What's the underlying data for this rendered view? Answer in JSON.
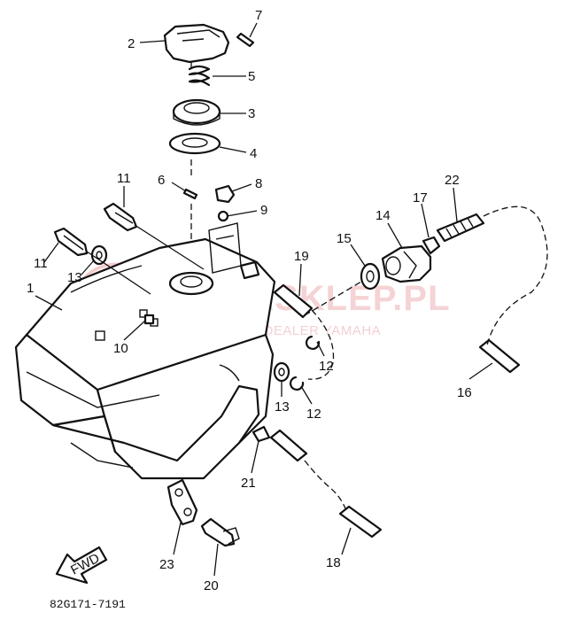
{
  "diagram": {
    "drawing_code": "82G171-7191",
    "direction_arrow": "FWD",
    "watermark": {
      "main": "YAMASKLEP.PL",
      "sub": "WOJTKIECH DEALER YAMAHA"
    },
    "callouts": [
      "1",
      "2",
      "3",
      "4",
      "5",
      "6",
      "7",
      "8",
      "9",
      "10",
      "11",
      "11",
      "12",
      "12",
      "13",
      "13",
      "14",
      "15",
      "16",
      "17",
      "18",
      "19",
      "20",
      "21",
      "22",
      "23"
    ]
  }
}
